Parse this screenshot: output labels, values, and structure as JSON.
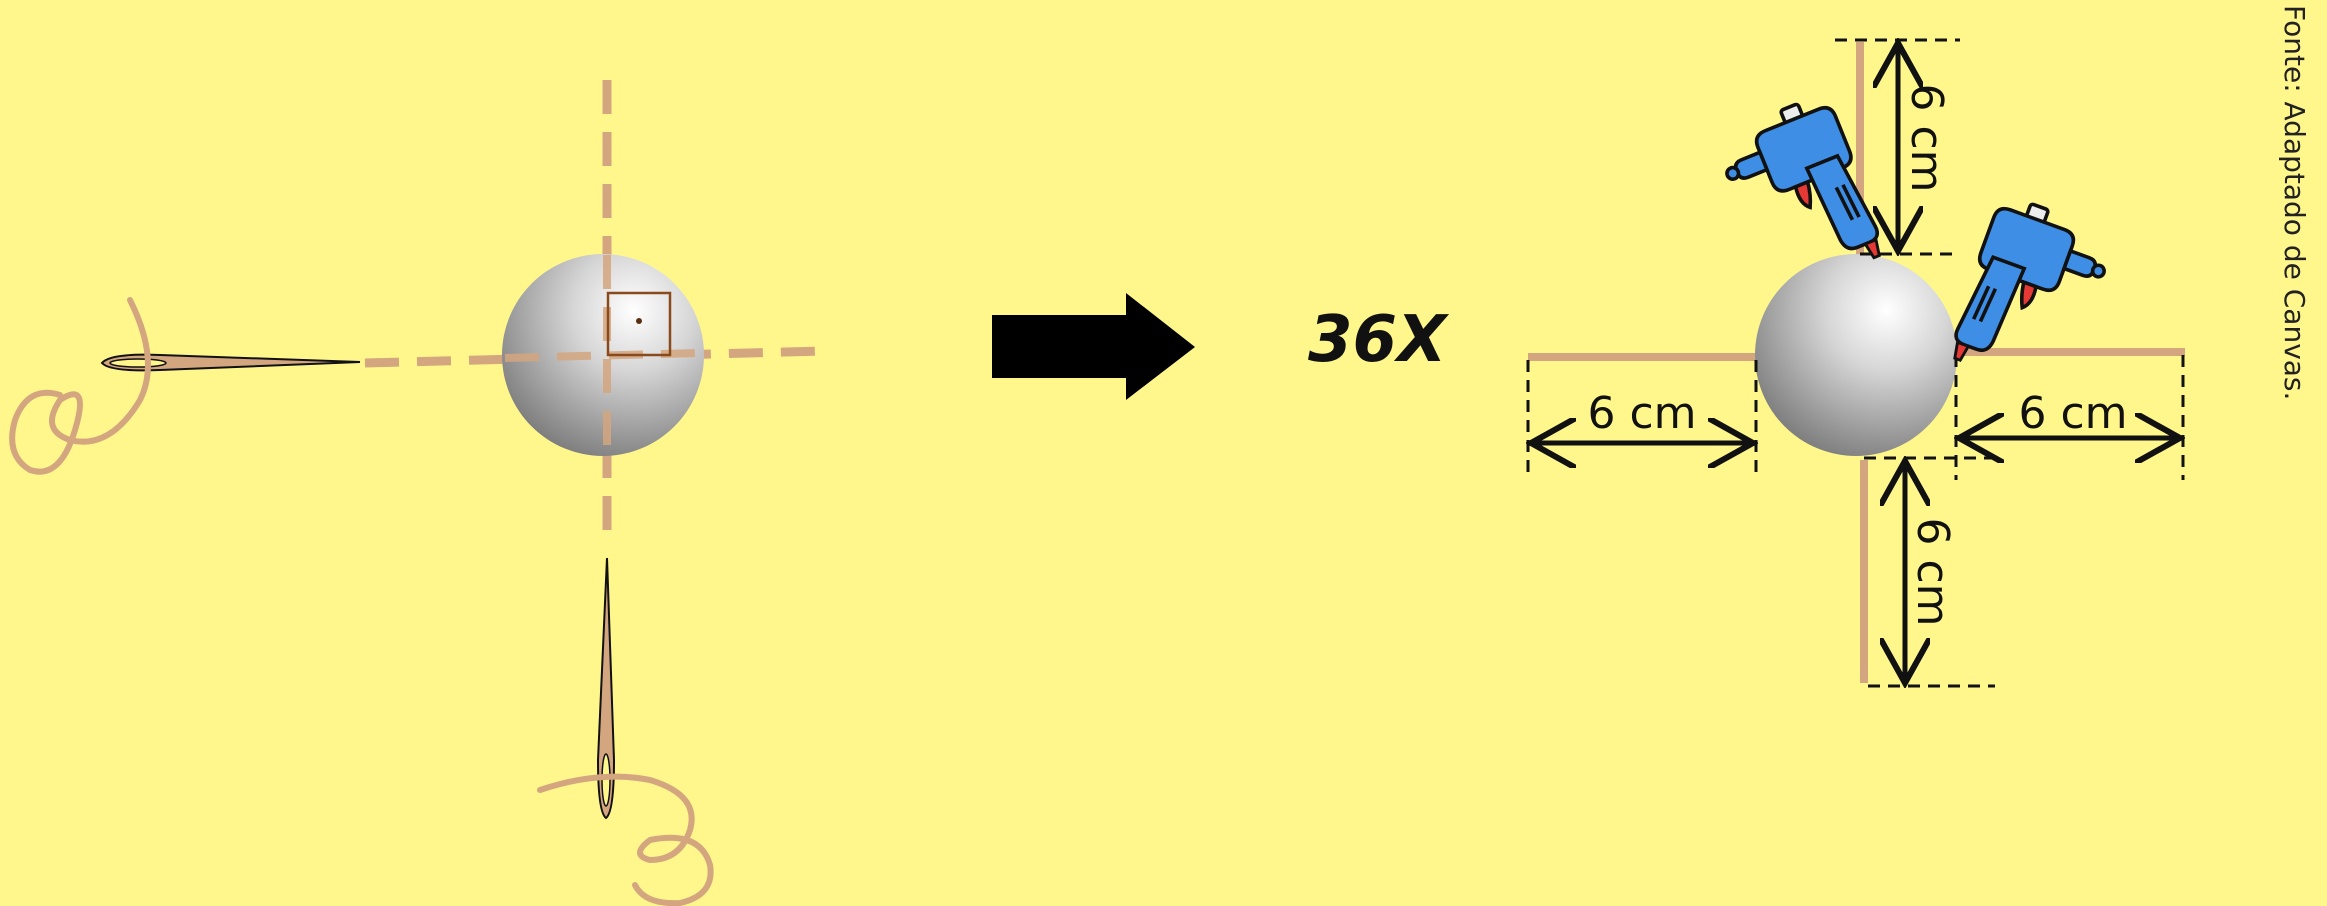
{
  "diagram": {
    "multiplier_text": "36X",
    "dimension_label": "6 cm",
    "source_note": "Fonte: Adaptado de Canvas.",
    "colors": {
      "background": "#FFF78C",
      "thread": "#D4A67F",
      "glue_gun": "#3E8EE6",
      "glue_tip": "#E53935",
      "outline": "#111111",
      "box": "#8B4A1C"
    }
  }
}
